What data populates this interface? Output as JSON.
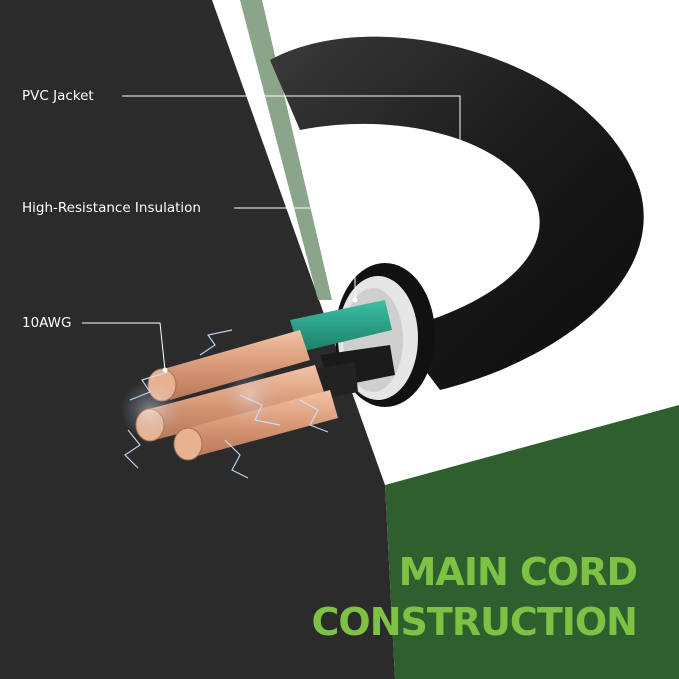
{
  "labels": {
    "pvc_jacket": "PVC Jacket",
    "insulation": "High-Resistance Insulation",
    "gauge": "10AWG"
  },
  "title": {
    "line1": "MAIN CORD",
    "line2": "CONSTRUCTION"
  },
  "colors": {
    "dark_panel": "#2b2b2b",
    "green_band": "#2f5f2f",
    "stripe": "#8aa58a",
    "title_green": "#7dc242",
    "jacket": "#1c1c1c",
    "copper": "#d9a07f",
    "insulation_green": "#2aa38a"
  }
}
